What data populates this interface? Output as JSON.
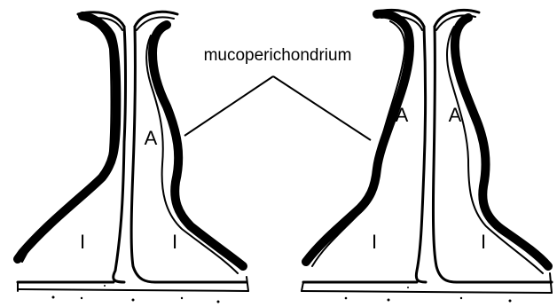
{
  "labels": {
    "mucoperichondrium": "mucoperichondrium",
    "left_a": "A",
    "left_i_outer": "I",
    "left_i_inner": "I",
    "right_a_outer": "A",
    "right_a_inner": "A",
    "right_i_outer": "I",
    "right_i_inner": "I"
  }
}
